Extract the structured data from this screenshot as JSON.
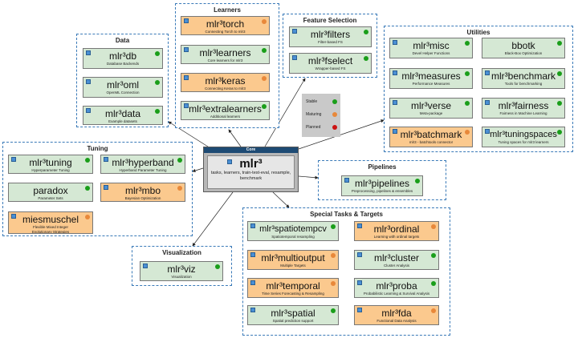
{
  "legend": {
    "items": [
      {
        "label": "Stable",
        "status": "stable"
      },
      {
        "label": "Maturing",
        "status": "maturing"
      },
      {
        "label": "Planned",
        "status": "planned"
      }
    ]
  },
  "colors": {
    "stable_fill": "#d5e8d4",
    "maturing_fill": "#fbc98e",
    "stable_dot": "#1a9e1a",
    "maturing_dot": "#e8883a",
    "planned_dot": "#cc1111",
    "core_header": "#1e4b74",
    "group_border": "#3a7ab8"
  },
  "core": {
    "header": "Core",
    "name": "mlr³",
    "description": "tasks, learners, train-test-eval, resample, benchmark"
  },
  "groups": [
    {
      "id": "data",
      "title": "Data",
      "items": [
        {
          "name": "mlr³db",
          "desc": "Database Backends",
          "status": "stable"
        },
        {
          "name": "mlr³oml",
          "desc": "OpenML Connection",
          "status": "stable"
        },
        {
          "name": "mlr³data",
          "desc": "Example datasets",
          "status": "stable"
        }
      ]
    },
    {
      "id": "learners",
      "title": "Learners",
      "items": [
        {
          "name": "mlr³torch",
          "desc": "Connecting Torch to mlr3",
          "status": "maturing"
        },
        {
          "name": "mlr³learners",
          "desc": "Core learners for mlr3",
          "status": "stable"
        },
        {
          "name": "mlr³keras",
          "desc": "Connecting Keras to mlr3",
          "status": "maturing"
        },
        {
          "name": "mlr³extralearners",
          "desc": "Additional learners",
          "status": "stable"
        }
      ]
    },
    {
      "id": "features",
      "title": "Feature Selection",
      "items": [
        {
          "name": "mlr³filters",
          "desc": "Filter-based FS",
          "status": "stable"
        },
        {
          "name": "mlr³fselect",
          "desc": "Wrapper-based FS",
          "status": "stable"
        }
      ]
    },
    {
      "id": "utilities",
      "title": "Utilities",
      "items": [
        {
          "name": "mlr³misc",
          "desc": "Devel Helper Functions",
          "status": "stable"
        },
        {
          "name": "bbotk",
          "desc": "Black-Box Optimization",
          "status": "stable"
        },
        {
          "name": "mlr³measures",
          "desc": "Performance Measures",
          "status": "stable"
        },
        {
          "name": "mlr³benchmark",
          "desc": "Tools for benchmarking",
          "status": "stable"
        },
        {
          "name": "mlr³verse",
          "desc": "Meta-package",
          "status": "stable"
        },
        {
          "name": "mlr³fairness",
          "desc": "Fairness in Machine Learning",
          "status": "stable"
        },
        {
          "name": "mlr³batchmark",
          "desc": "mlr3 - batchtools connector",
          "status": "maturing"
        },
        {
          "name": "mlr³tuningspaces",
          "desc": "Tuning spaces for mlr3 learners",
          "status": "stable"
        }
      ]
    },
    {
      "id": "tuning",
      "title": "Tuning",
      "items": [
        {
          "name": "mlr³tuning",
          "desc": "Hyperparameter Tuning",
          "status": "stable"
        },
        {
          "name": "mlr³hyperband",
          "desc": "Hyperband Parameter Tuning",
          "status": "stable"
        },
        {
          "name": "paradox",
          "desc": "Parameter Sets",
          "status": "stable"
        },
        {
          "name": "mlr³mbo",
          "desc": "Bayesian Optimization",
          "status": "maturing"
        },
        {
          "name": "miesmuschel",
          "desc": "Flexible Mixed Integer Evolutionary Strategies",
          "status": "maturing"
        }
      ]
    },
    {
      "id": "pipelines",
      "title": "Pipelines",
      "items": [
        {
          "name": "mlr³pipelines",
          "desc": "Preprocessing, pipelines & ensembles",
          "status": "stable"
        }
      ]
    },
    {
      "id": "special",
      "title": "Special Tasks & Targets",
      "items": [
        {
          "name": "mlr³spatiotempcv",
          "desc": "Spatiotemporal resampling",
          "status": "stable"
        },
        {
          "name": "mlr³ordinal",
          "desc": "Learning with ordinal targets",
          "status": "maturing"
        },
        {
          "name": "mlr³multioutput",
          "desc": "Multiple Targets",
          "status": "maturing"
        },
        {
          "name": "mlr³cluster",
          "desc": "Cluster Analysis",
          "status": "stable"
        },
        {
          "name": "mlr³temporal",
          "desc": "Time Series Forecasting & Resampling",
          "status": "maturing"
        },
        {
          "name": "mlr³proba",
          "desc": "Probabilistic Learning & Survival Analysis",
          "status": "stable"
        },
        {
          "name": "mlr³spatial",
          "desc": "Spatial prediction support",
          "status": "stable"
        },
        {
          "name": "mlr³fda",
          "desc": "Functional Data Analysis",
          "status": "maturing"
        }
      ]
    },
    {
      "id": "visualization",
      "title": "Visualization",
      "items": [
        {
          "name": "mlr³viz",
          "desc": "Visualization",
          "status": "stable"
        }
      ]
    }
  ]
}
